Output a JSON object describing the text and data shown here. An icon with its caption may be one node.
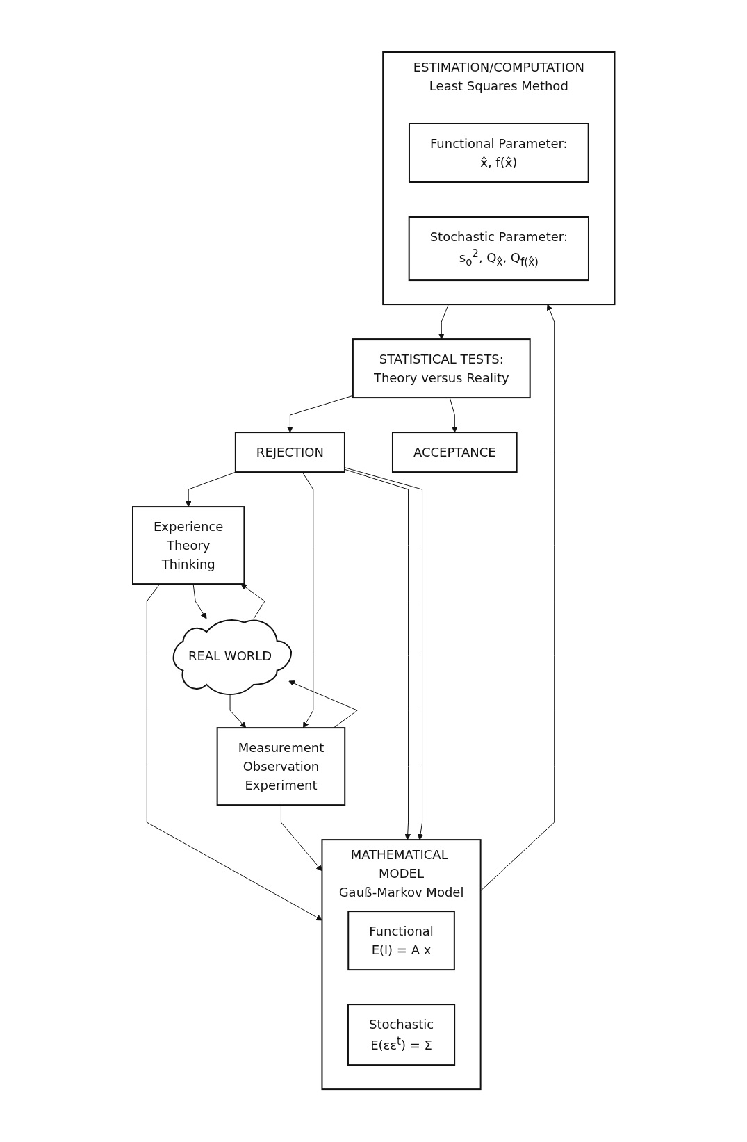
{
  "diagram": {
    "nodes": [
      {
        "text": [
          "Experience",
          "Theory",
          "Thinking"
        ]
      },
      {
        "text": [
          "REAL WORLD"
        ]
      },
      {
        "text": [
          "Measurement",
          "Observation",
          "Experiment"
        ]
      },
      {
        "text": [
          "MATHEMATICAL MODEL",
          "Gauß-Markov Model"
        ]
      },
      {
        "text": [
          "Functional",
          "E(l) = A x"
        ],
        "in": 3
      },
      {
        "text": [
          "Stochastic",
          "E(εε$^{t}$) = Σ"
        ],
        "in": 3
      },
      {
        "text": [
          "ESTIMATION/COMPUTATION",
          "Least Squares Method"
        ]
      },
      {
        "text": [
          "Functional Parameter:",
          "x̂, f(x̂)"
        ],
        "in": 6
      },
      {
        "text": [
          "Stochastic Parameter:",
          "s$_{o}$$^{2}$, Q$_{x̂}$, Q$_{f(x̂)}$"
        ],
        "in": 6
      },
      {
        "text": [
          "STATISTICAL TESTS:",
          "Theory versus Reality"
        ]
      },
      {
        "text": [
          "REJECTION"
        ]
      },
      {
        "text": [
          "ACCEPTANCE"
        ]
      }
    ],
    "edges": [
      {
        "from": 0,
        "to": 1,
        "arrow": "to"
      },
      {
        "from": 1,
        "to": 0,
        "arrow": "to"
      },
      {
        "from": 2,
        "to": 1,
        "arrow": "to"
      },
      {
        "from": 1,
        "to": 2,
        "arrow": "to"
      },
      {
        "from": 0,
        "to": 3,
        "arrow": "to"
      },
      {
        "from": 2,
        "to": 3,
        "arrow": "to"
      },
      {
        "from": 3,
        "to": 6,
        "arrow": "to"
      },
      {
        "from": 6,
        "to": 9,
        "arrow": "to"
      },
      {
        "from": 9,
        "to": 10,
        "arrow": "to"
      },
      {
        "from": 9,
        "to": 11,
        "arrow": "to"
      },
      {
        "from": 10,
        "to": 0,
        "arrow": "to"
      },
      {
        "from": 10,
        "to": 3,
        "arrow": "to"
      },
      {
        "from": 10,
        "to": 2,
        "arrow": "to"
      },
      {
        "from": 10,
        "to": 3,
        "arrow": "to"
      }
    ]
  }
}
